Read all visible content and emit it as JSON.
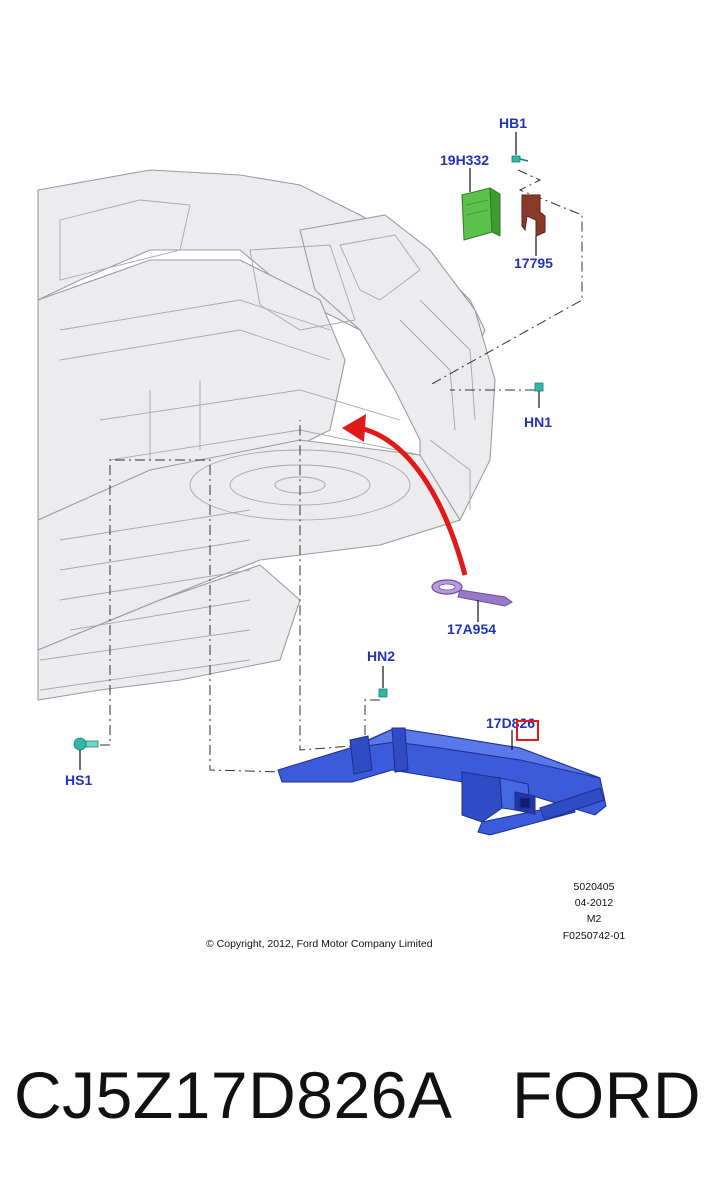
{
  "diagram": {
    "callouts": {
      "hb1": "HB1",
      "module_19h332": "19H332",
      "bracket_17795": "17795",
      "hn1": "HN1",
      "tow_eye_17a954": "17A954",
      "hn2": "HN2",
      "hitch_17d826": "17D826",
      "hs1": "HS1"
    },
    "colors": {
      "callout_text": "#2233bb",
      "hitch_blue": "#3b5bdb",
      "module_green": "#5cc14a",
      "bracket_brown": "#8a3a2a",
      "tow_eye_purple": "#9a78c8",
      "fastener_teal": "#2fb8a8",
      "arrow_red": "#e01a1a",
      "highlight_box": "#e01a1a",
      "body_gray": "#e8e9eb"
    },
    "meta": {
      "illustration_number": "5020405",
      "date": "04-2012",
      "revision": "M2",
      "figure_code": "F0250742-01"
    },
    "copyright": "© Copyright, 2012, Ford Motor Company Limited"
  },
  "caption": {
    "part_number": "CJ5Z17D826A",
    "brand": "FORD"
  }
}
